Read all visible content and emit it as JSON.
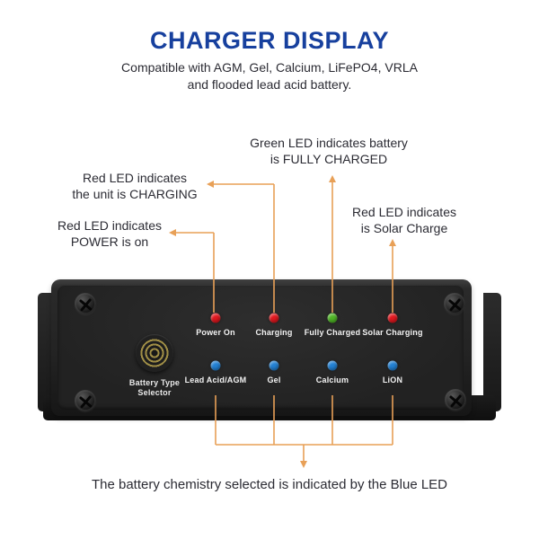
{
  "colors": {
    "accent_blue": "#17409E",
    "arrow_orange": "#E8A057",
    "led_red": "#E2181F",
    "led_green": "#4FB626",
    "led_blue": "#2382D5",
    "gold_ring": "#A08E46",
    "text_dark": "#2B2B33"
  },
  "header": {
    "title": "CHARGER DISPLAY",
    "subtitle_line1": "Compatible with AGM, Gel, Calcium, LiFePO4, VRLA",
    "subtitle_line2": "and flooded lead acid battery."
  },
  "annotations": {
    "fully_charged": {
      "line1": "Green LED indicates battery",
      "line2": "is FULLY CHARGED"
    },
    "charging": {
      "line1": "Red LED indicates",
      "line2": "the unit is CHARGING"
    },
    "solar": {
      "line1": "Red LED indicates",
      "line2": "is Solar Charge"
    },
    "power": {
      "line1": "Red LED indicates",
      "line2": "POWER is on"
    },
    "bottom_caption": "The battery chemistry selected is indicated by the Blue LED"
  },
  "device": {
    "selector_label_line1": "Battery Type",
    "selector_label_line2": "Selector",
    "status_leds": [
      {
        "label": "Power On",
        "color": "red"
      },
      {
        "label": "Charging",
        "color": "red"
      },
      {
        "label": "Fully Charged",
        "color": "green"
      },
      {
        "label": "Solar Charging",
        "color": "red"
      }
    ],
    "battery_leds": [
      {
        "label": "Lead Acid/AGM",
        "color": "blue"
      },
      {
        "label": "Gel",
        "color": "blue"
      },
      {
        "label": "Calcium",
        "color": "blue"
      },
      {
        "label": "LiON",
        "color": "blue"
      }
    ]
  }
}
